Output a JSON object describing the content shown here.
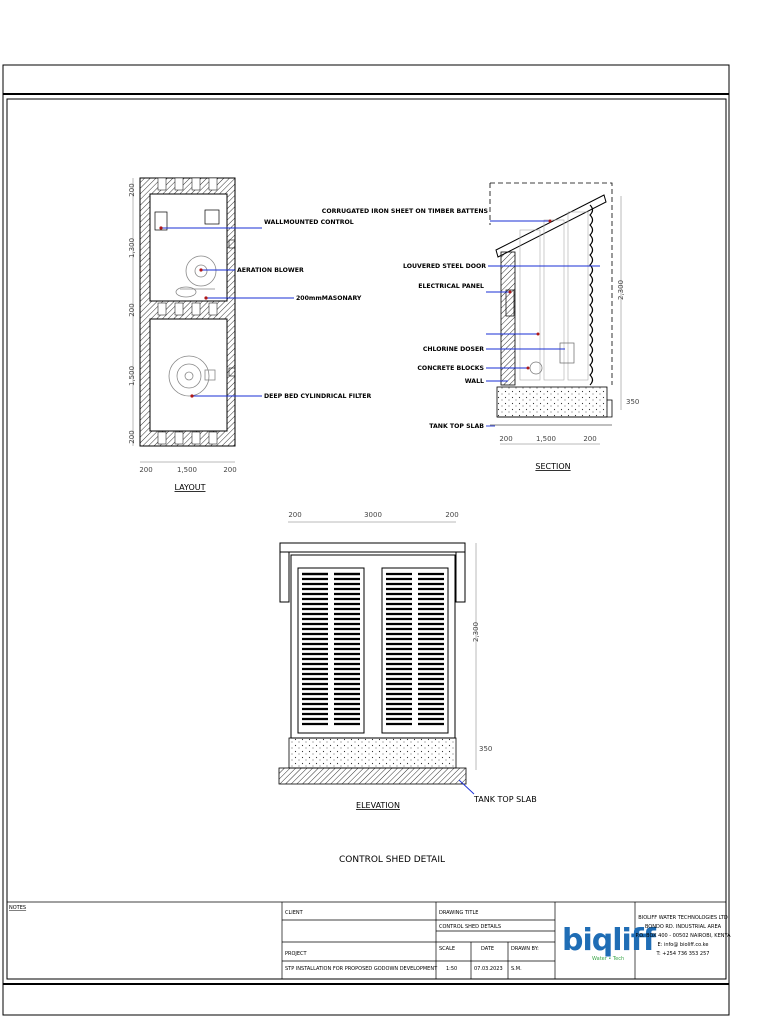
{
  "layout_view": {
    "title": "LAYOUT",
    "labels": {
      "wall_mounted_control": "WALLMOUNTED CONTROL",
      "aeration_blower": "AERATION BLOWER",
      "masonary": "200mmMASONARY",
      "filter": "DEEP BED CYLINDRICAL FILTER"
    },
    "dims_vertical": [
      "200",
      "1,300",
      "200",
      "1,500",
      "200"
    ],
    "dims_horizontal": [
      "200",
      "1,500",
      "200"
    ]
  },
  "section_view": {
    "title": "SECTION",
    "labels": {
      "roof": "CORRUGATED IRON SHEET ON TIMBER BATTENS",
      "door": "LOUVERED STEEL DOOR",
      "panel": "ELECTRICAL PANEL",
      "doser": "CHLORINE DOSER",
      "blocks": "CONCRETE BLOCKS",
      "wall": "WALL",
      "slab": "TANK TOP SLAB"
    },
    "dims_vertical": [
      "2,300",
      "350"
    ],
    "dims_horizontal": [
      "200",
      "1,500",
      "200"
    ]
  },
  "elevation_view": {
    "title": "ELEVATION",
    "slab_label": "TANK TOP SLAB",
    "dims_horizontal": [
      "200",
      "3000",
      "200"
    ],
    "dims_vertical": [
      "2,300",
      "350"
    ]
  },
  "drawing_caption": "CONTROL SHED DETAIL",
  "title_block": {
    "notes": "NOTES",
    "client_label": "CLIENT",
    "client_value": "",
    "project_label": "PROJECT",
    "project_value": "STP INSTALLATION FOR PROPOSED GODOWN DEVELOPMENT",
    "drawing_title_label": "DRAWING TITLE",
    "drawing_title_value": "CONTROL SHED DETAILS",
    "scale_label": "SCALE",
    "scale_value": "1:50",
    "date_label": "DATE",
    "date_value": "07.03.2023",
    "drawn_by_label": "DRAWN BY:",
    "drawn_by_value": "S.M.",
    "logo": {
      "word": "biqliff",
      "tagline": "Water • Tech",
      "color_blue": "#1f6db5",
      "color_green": "#3aa648"
    },
    "company": [
      "BIOLIFF WATER TECHNOLOGIES LTD",
      "BONDO RD. INDUSTRIAL AREA",
      "P.O. BOX 400 - 00502 NAIROBI, KENYA",
      "E: info@ bioliff.co.ke",
      "T: +254 736 353 257"
    ]
  }
}
